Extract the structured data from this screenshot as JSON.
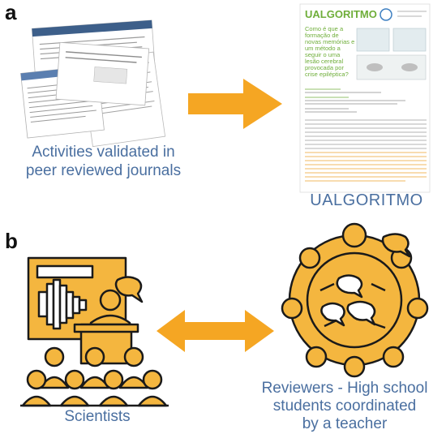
{
  "panels": {
    "a": {
      "letter": "a",
      "left_caption": [
        "Activities validated in",
        "peer reviewed journals"
      ],
      "right_caption": "UALGORITMO",
      "journal_name": "UALGORITMO",
      "journal_question": [
        "Como é que a",
        "formação de",
        "novas memórias e",
        "um método a",
        "seguir o uma",
        "lesão cerebral",
        "provocada por",
        "crise epiléptica?"
      ]
    },
    "b": {
      "letter": "b",
      "left_caption": "Scientists",
      "right_caption": [
        "Reviewers - High school",
        "students coordinated",
        "by a teacher"
      ]
    }
  },
  "colors": {
    "accent_orange": "#f5a623",
    "icon_orange": "#f4b63f",
    "outline": "#1a1a1a",
    "caption_blue": "#4a6fa0",
    "journal_green": "#6fae3a"
  },
  "icons": [
    "right-arrow-icon",
    "double-arrow-icon",
    "presentation-icon",
    "round-table-icon"
  ]
}
